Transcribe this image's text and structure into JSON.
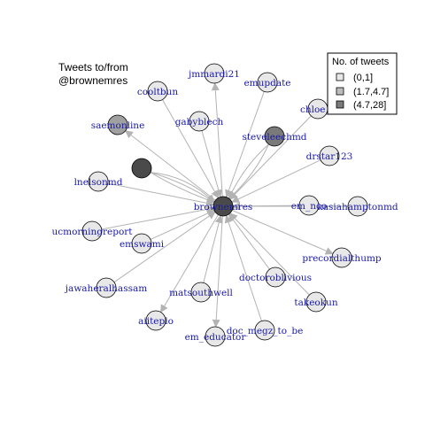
{
  "title_lines": [
    "Tweets to/from",
    "@brownemres"
  ],
  "legend": {
    "title": "No. of tweets",
    "items": [
      {
        "label": "(0,1]",
        "color": "#e8e8e8"
      },
      {
        "label": "(1.7,4.7]",
        "color": "#bdbdbd"
      },
      {
        "label": "(4.7,28]",
        "color": "#7a7a7a"
      }
    ]
  },
  "colors": {
    "edge": "#b3b3b3",
    "label": "#1a1aa6",
    "node_stroke": "#000000",
    "center": "#4a4a4a"
  },
  "center_node": {
    "name": "brownemres"
  },
  "nodes": [
    {
      "name": "jmmardi21",
      "tier": 0
    },
    {
      "name": "emupdate",
      "tier": 0
    },
    {
      "name": "cooltbun",
      "tier": 0
    },
    {
      "name": "gabyblech",
      "tier": 0
    },
    {
      "name": "saemonline",
      "tier": 1
    },
    {
      "name": "steveleechmd",
      "tier": 2
    },
    {
      "name": "chloe_e",
      "tier": 0
    },
    {
      "name": "drstar123",
      "tier": 0
    },
    {
      "name": "",
      "tier": 3
    },
    {
      "name": "lnelsonmd",
      "tier": 0
    },
    {
      "name": "em_nco",
      "tier": 0
    },
    {
      "name": "kasiahamptonmd",
      "tier": 0
    },
    {
      "name": "ucmorningreport",
      "tier": 0
    },
    {
      "name": "emswami",
      "tier": 0
    },
    {
      "name": "precordialthump",
      "tier": 0
    },
    {
      "name": "jawaheralhassam",
      "tier": 0
    },
    {
      "name": "matsouthwell",
      "tier": 0
    },
    {
      "name": "doctoroblivious",
      "tier": 0
    },
    {
      "name": "takeokun",
      "tier": 0
    },
    {
      "name": "aiiteplo",
      "tier": 0
    },
    {
      "name": "em_educator",
      "tier": 0
    },
    {
      "name": "doc_megz_to_be",
      "tier": 0
    }
  ]
}
